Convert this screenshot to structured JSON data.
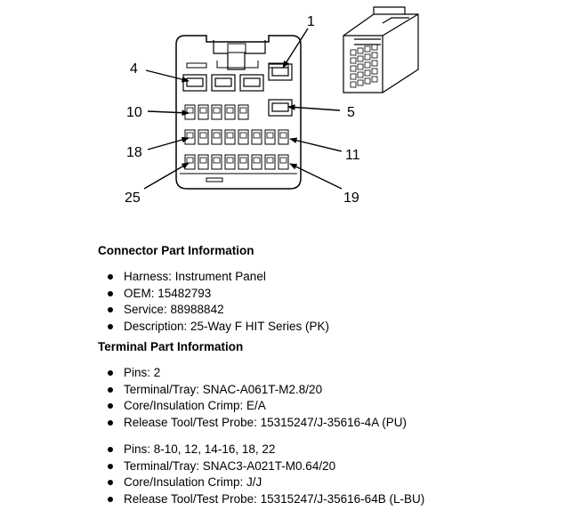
{
  "diagram": {
    "pin_labels": [
      "1",
      "4",
      "10",
      "5",
      "18",
      "11",
      "25",
      "19"
    ]
  },
  "connector_info": {
    "title": "Connector Part Information",
    "items": [
      "Harness: Instrument Panel",
      "OEM: 15482793",
      "Service: 88988842",
      "Description: 25-Way F HIT Series (PK)"
    ]
  },
  "terminal_info": {
    "title": "Terminal Part Information",
    "group1": [
      "Pins: 2",
      "Terminal/Tray: SNAC-A061T-M2.8/20",
      "Core/Insulation Crimp: E/A",
      "Release Tool/Test Probe: 15315247/J-35616-4A (PU)"
    ],
    "group2": [
      "Pins: 8-10, 12, 14-16, 18, 22",
      "Terminal/Tray: SNAC3-A021T-M0.64/20",
      "Core/Insulation Crimp: J/J",
      "Release Tool/Test Probe: 15315247/J-35616-64B (L-BU)"
    ]
  }
}
